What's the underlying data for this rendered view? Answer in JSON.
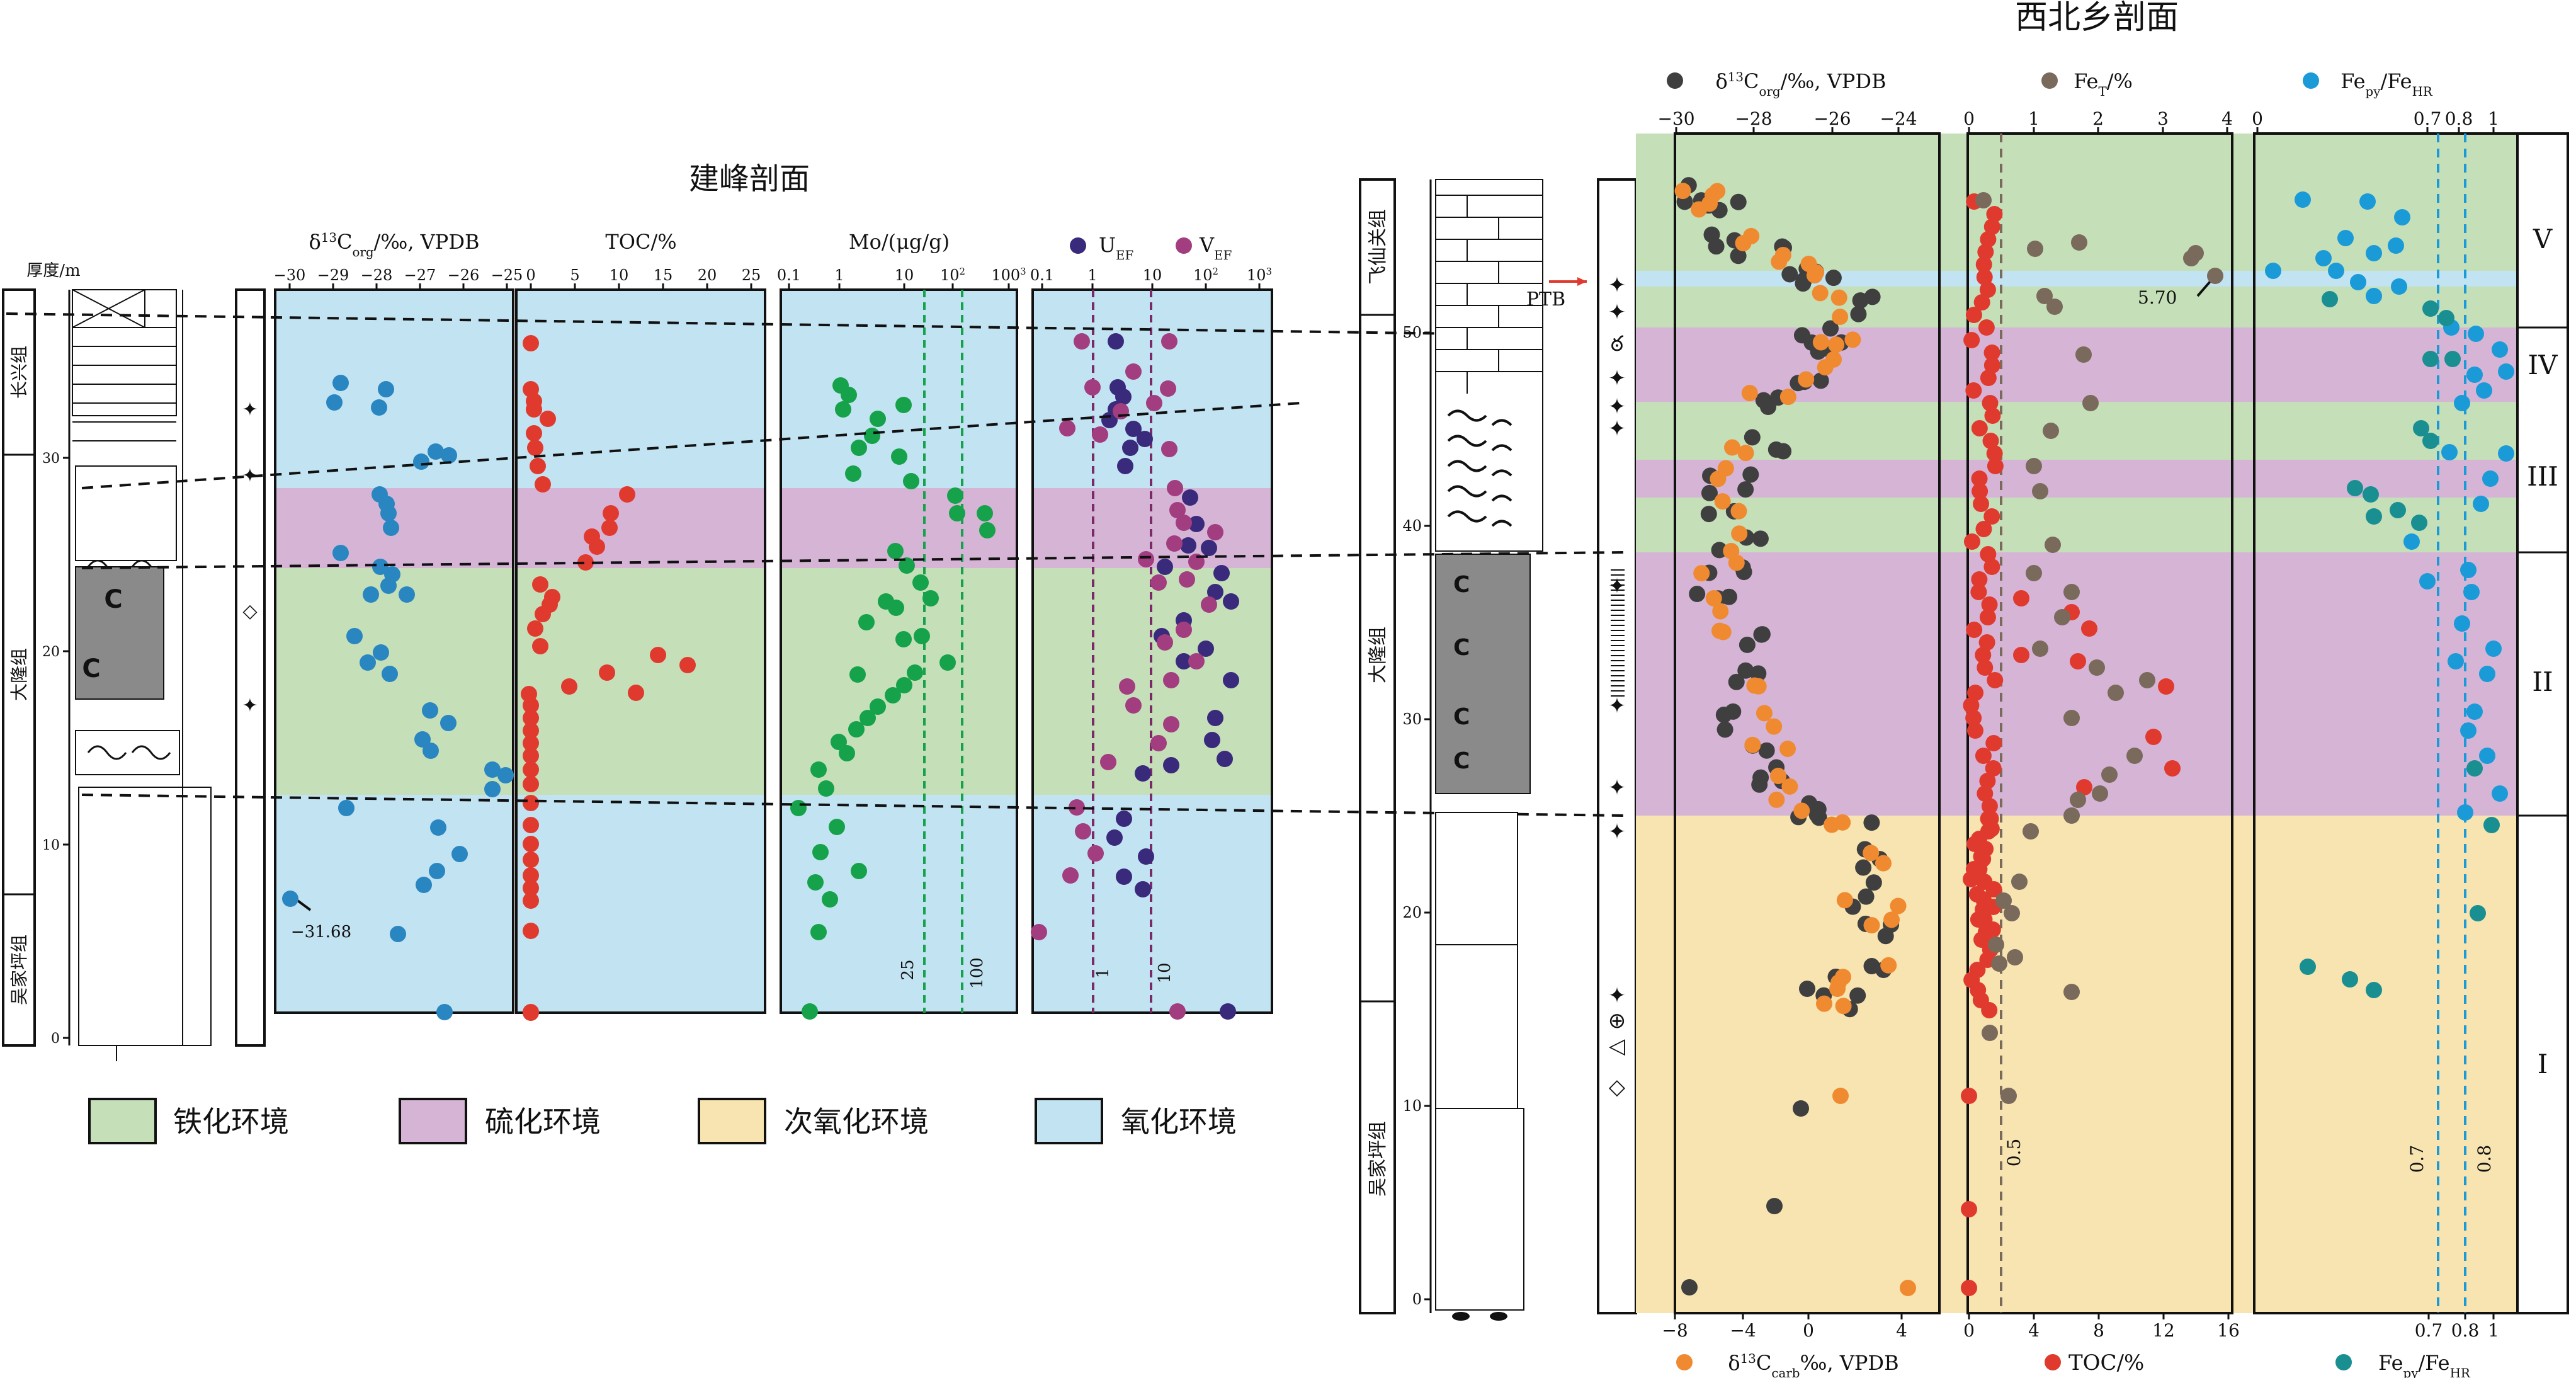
{
  "colors": {
    "ferruginous": "#c5dfb9",
    "euxinic": "#d5b4d6",
    "suboxic": "#f7e4b0",
    "oxic": "#c2e3f2",
    "blue_dot": "#2a86c0",
    "red_dot": "#e03a2f",
    "green_dot": "#16a24a",
    "purple_dot": "#a23d80",
    "navy_dot": "#3a2a7c",
    "dark_dot": "#3f3f3f",
    "brown_dot": "#7a6a5c",
    "orange_dot": "#f08a30",
    "cyan_dot": "#1a9bd8",
    "teal_dot": "#1a8f92"
  },
  "jianfeng": {
    "title": "建峰剖面",
    "thickness_label": "厚度/m",
    "depth_ticks": [
      "0",
      "10",
      "20",
      "30"
    ],
    "formations": [
      "长兴组",
      "大隆组",
      "吴家坪组"
    ],
    "panel1": {
      "label_pre": "δ",
      "label_sup": "13",
      "label_mid": "C",
      "label_sub": "org",
      "label_post": "/‰, VPDB",
      "ticks": [
        "−30",
        "−29",
        "−28",
        "−27",
        "−26",
        "−25"
      ],
      "annotation": "−31.68"
    },
    "panel2": {
      "label": "TOC/%",
      "ticks": [
        "0",
        "5",
        "10",
        "15",
        "20",
        "25"
      ]
    },
    "panel3": {
      "label": "Mo/(μg/g)",
      "ticks": [
        "0.1",
        "1",
        "10",
        "10",
        "100"
      ],
      "tick_sups": [
        "",
        "",
        "",
        "2",
        "3"
      ],
      "line_labels": [
        "25",
        "100"
      ]
    },
    "panel4": {
      "legend_u": "U",
      "legend_u_sub": "EF",
      "legend_v": "V",
      "legend_v_sub": "EF",
      "ticks": [
        "0.1",
        "1",
        "10",
        "10",
        "10"
      ],
      "tick_sups": [
        "",
        "",
        "",
        "2",
        "3"
      ],
      "line_labels": [
        "1",
        "10"
      ]
    }
  },
  "xibei": {
    "title": "西北乡剖面",
    "depth_ticks": [
      "0",
      "10",
      "20",
      "30",
      "40",
      "50"
    ],
    "formations": [
      "飞仙关组",
      "大隆组",
      "吴家坪组"
    ],
    "ptb": "PTB",
    "zones": [
      "V",
      "IV",
      "III",
      "II",
      "I"
    ],
    "panel1": {
      "top_label_pre": "δ",
      "top_label_sup": "13",
      "top_label_mid": "C",
      "top_label_sub": "org",
      "top_label_post": "/‰, VPDB",
      "top_ticks": [
        "−30",
        "−28",
        "−26",
        "−24"
      ],
      "bottom_label_pre": "δ",
      "bottom_label_sup": "13",
      "bottom_label_mid": "C",
      "bottom_label_sub": "carb",
      "bottom_label_post": "‰, VPDB",
      "bottom_ticks": [
        "−8",
        "−4",
        "0",
        "4"
      ]
    },
    "panel2": {
      "top_label": "Fe",
      "top_label_sub": "T",
      "top_label_post": "/%",
      "top_ticks": [
        "0",
        "1",
        "2",
        "3",
        "4"
      ],
      "bottom_label": "TOC/%",
      "bottom_ticks": [
        "0",
        "4",
        "8",
        "12",
        "16"
      ],
      "annotation": "5.70",
      "line_label": "0.5"
    },
    "panel3": {
      "top_label": "Fe",
      "top_label_sub": "py",
      "top_label_mid": "/Fe",
      "top_label_sub2": "HR",
      "top_ticks": [
        "0",
        "0.7",
        "0.8",
        "1"
      ],
      "bottom_label": "Fe",
      "bottom_label_sub": "py",
      "bottom_label_mid": "/Fe",
      "bottom_label_sub2": "HR",
      "bottom_ticks": [
        "0.7",
        "0.8",
        "1"
      ],
      "line_labels": [
        "0.7",
        "0.8"
      ]
    }
  },
  "legend": [
    "铁化环境",
    "硫化环境",
    "次氧化环境",
    "氧化环境"
  ]
}
